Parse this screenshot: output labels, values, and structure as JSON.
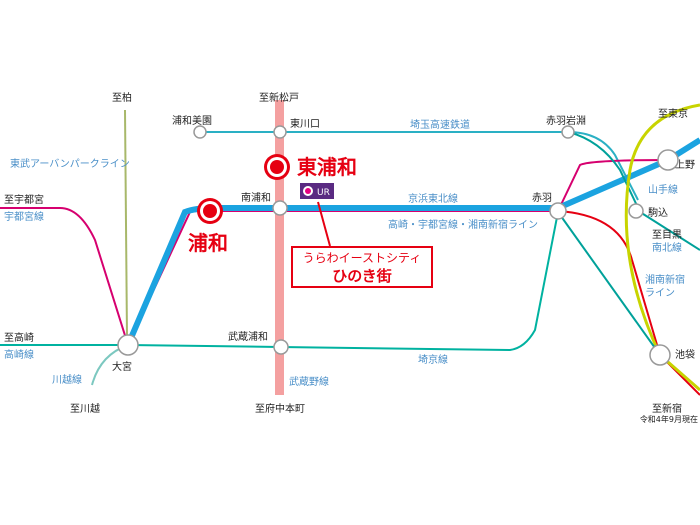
{
  "stations": {
    "urawa": "浦和",
    "higashi_urawa": "東浦和",
    "minami_urawa": "南浦和",
    "omiya": "大宮",
    "musashi_urawa": "武蔵浦和",
    "higashi_kawaguchi": "東川口",
    "urawa_misono": "浦和美園",
    "akabane": "赤羽",
    "akabane_iwabuchi": "赤羽岩淵",
    "ueno": "上野",
    "komagome": "駒込",
    "ikebukuro": "池袋"
  },
  "directions": {
    "to_kashiwa": "至柏",
    "to_shin_matsudo": "至新松戸",
    "to_utsunomiya": "至宇都宮",
    "to_takasaki": "至高崎",
    "to_kawagoe": "至川越",
    "to_fuchu_hommachi": "至府中本町",
    "to_tokyo": "至東京",
    "to_meguro": "至目黒",
    "to_shinjuku": "至新宿"
  },
  "lines": {
    "tobu_urban_park": "東武アーバンパークライン",
    "utsunomiya": "宇都宮線",
    "takasaki": "高崎線",
    "kawagoe": "川越線",
    "saitama_rapid": "埼玉高速鉄道",
    "keihin_tohoku": "京浜東北線",
    "takasaki_utsunomiya_shonan": "高崎・宇都宮線・湘南新宿ライン",
    "saikyo": "埼京線",
    "musashino": "武蔵野線",
    "yamanote": "山手線",
    "nanboku": "南北線",
    "shonan_shinjuku_1": "湘南新宿",
    "shonan_shinjuku_2": "ライン"
  },
  "callout": {
    "line1": "うらわイーストシティ",
    "line2": "ひのき街"
  },
  "logo_text": "UR",
  "date_note": "令和4年9月現在",
  "colors": {
    "highlight": "#e60012",
    "keihin_tohoku": "#00a7e3",
    "musashino": "#f08080",
    "saikyo": "#00b2a0",
    "shonan": "#d6006f",
    "yamanote": "#9acd32",
    "nanboku": "#00a19a",
    "tobu": "#7a9d3a",
    "kawagoe": "#7cc8c0"
  }
}
